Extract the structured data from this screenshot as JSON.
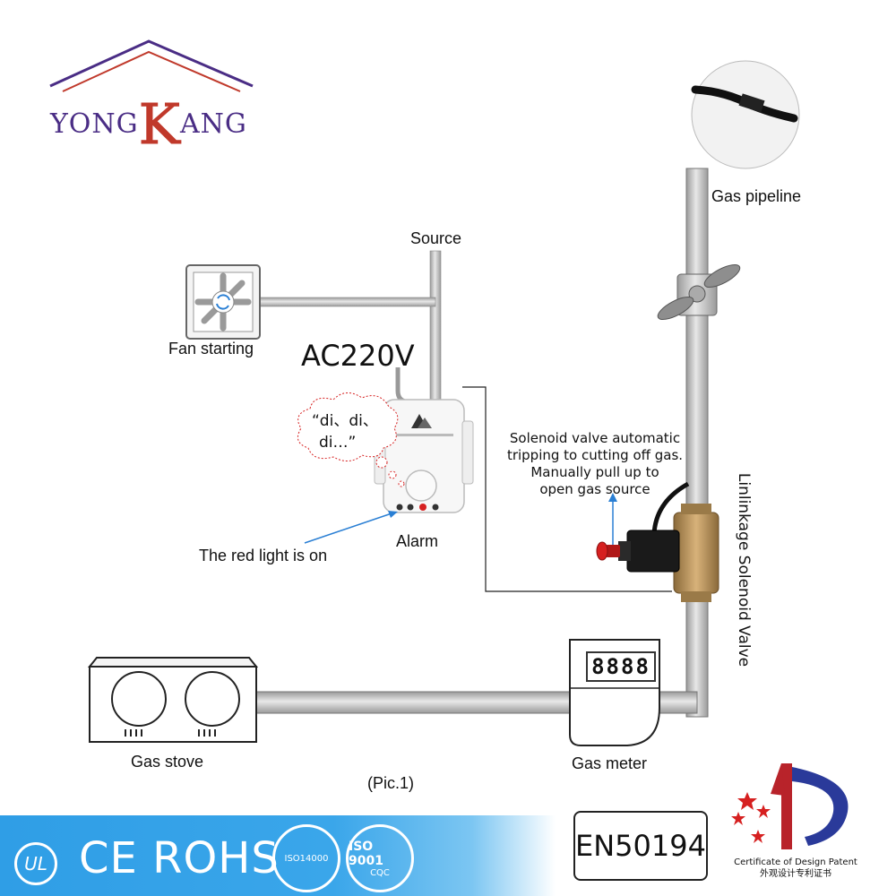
{
  "logo": {
    "part1": "YONG",
    "big_letter": "K",
    "part2": "ANG"
  },
  "labels": {
    "gas_pipeline": "Gas pipeline",
    "source": "Source",
    "fan_starting": "Fan starting",
    "ac_voltage": "AC220V",
    "bubble_line1": "“di、di、",
    "bubble_line2": "di…”",
    "solenoid_line1": "Solenoid valve automatic",
    "solenoid_line2": "tripping to cutting off gas.",
    "solenoid_line3": "Manually pull up to",
    "solenoid_line4": "open gas source",
    "linkage_valve": "Linlinkage Solenoid Valve",
    "red_light": "The red light is on",
    "alarm": "Alarm",
    "gas_stove": "Gas stove",
    "gas_meter": "Gas meter",
    "meter_display": "8888",
    "pic_caption": "(Pic.1)"
  },
  "certifications": {
    "ul": "UL",
    "ce_rohs": "CE ROHS",
    "iso14000": "ISO14000",
    "iso9001": "ISO 9001",
    "cqc": "CQC",
    "standard": "EN50194",
    "patent_en": "Certificate of Design Patent",
    "patent_cn": "外观设计专利证书"
  },
  "colors": {
    "pipe": "#c8c8c8",
    "logo_purple": "#4a2d85",
    "logo_red": "#c0392b",
    "cert_blue": "#3aa6ea",
    "indicator_red": "#d62020",
    "arrow_blue": "#2a7fd4"
  }
}
